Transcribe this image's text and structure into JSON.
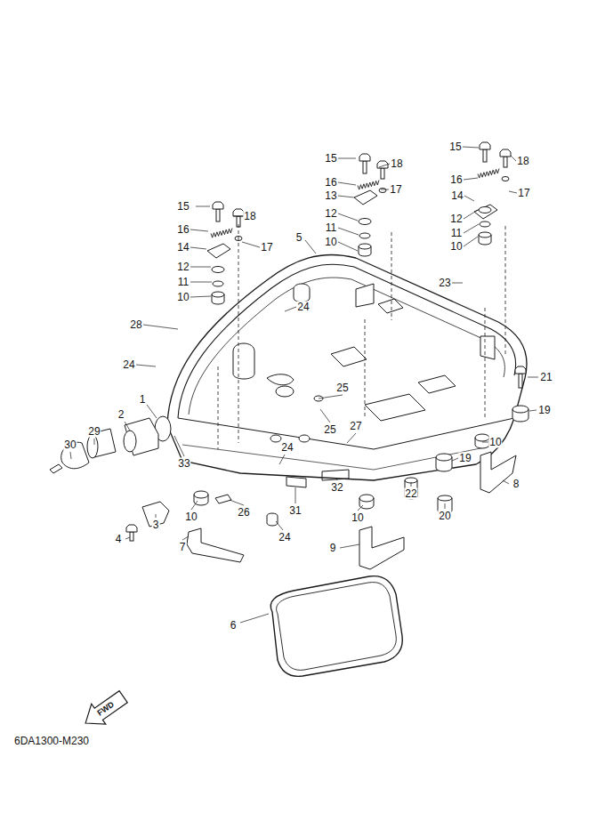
{
  "diagram": {
    "labels": [
      "15",
      "18",
      "16",
      "17",
      "14",
      "12",
      "11",
      "10",
      "15",
      "18",
      "16",
      "17",
      "13",
      "12",
      "11",
      "10",
      "15",
      "18",
      "16",
      "17",
      "14",
      "12",
      "11",
      "10",
      "5",
      "23",
      "24",
      "28",
      "24",
      "25",
      "21",
      "19",
      "1",
      "2",
      "25",
      "27",
      "30",
      "29",
      "33",
      "24",
      "19",
      "10",
      "8",
      "26",
      "31",
      "32",
      "22",
      "20",
      "3",
      "4",
      "10",
      "24",
      "10",
      "7",
      "9",
      "6",
      "FWD",
      "6DA1300-M230"
    ]
  }
}
